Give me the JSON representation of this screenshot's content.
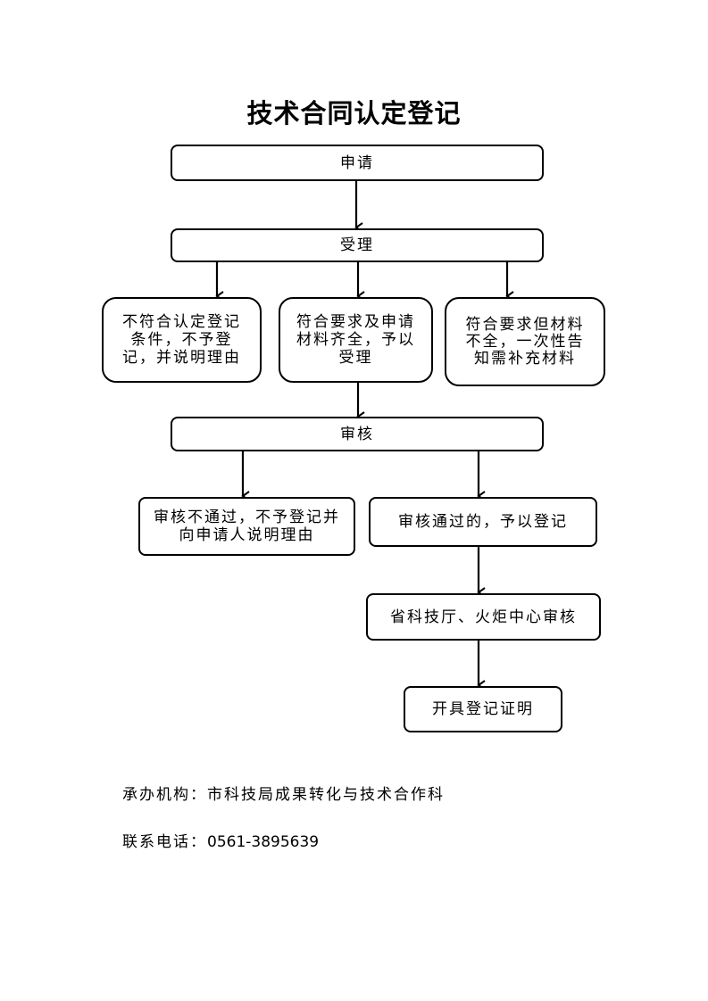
{
  "title": "技术合同认定登记",
  "steps": {
    "apply": "申请",
    "accept": "受理",
    "reject_accept": "不符合认定登记条件，不予登记，并说明理由",
    "accepted": "符合要求及申请材料齐全，予以受理",
    "supplement": "符合要求但材料不全，一次性告知需补充材料",
    "review": "审核",
    "review_fail": "审核不通过，不予登记并向申请人说明理由",
    "review_pass": "审核通过的，予以登记",
    "province_review": "省科技厅、火炬中心审核",
    "certificate": "开具登记证明"
  },
  "footer": {
    "organizer_label": "承办机构：",
    "organizer": "市科技局成果转化与技术合作科",
    "phone_label": "联系电话：",
    "phone": "0561-3895639"
  }
}
